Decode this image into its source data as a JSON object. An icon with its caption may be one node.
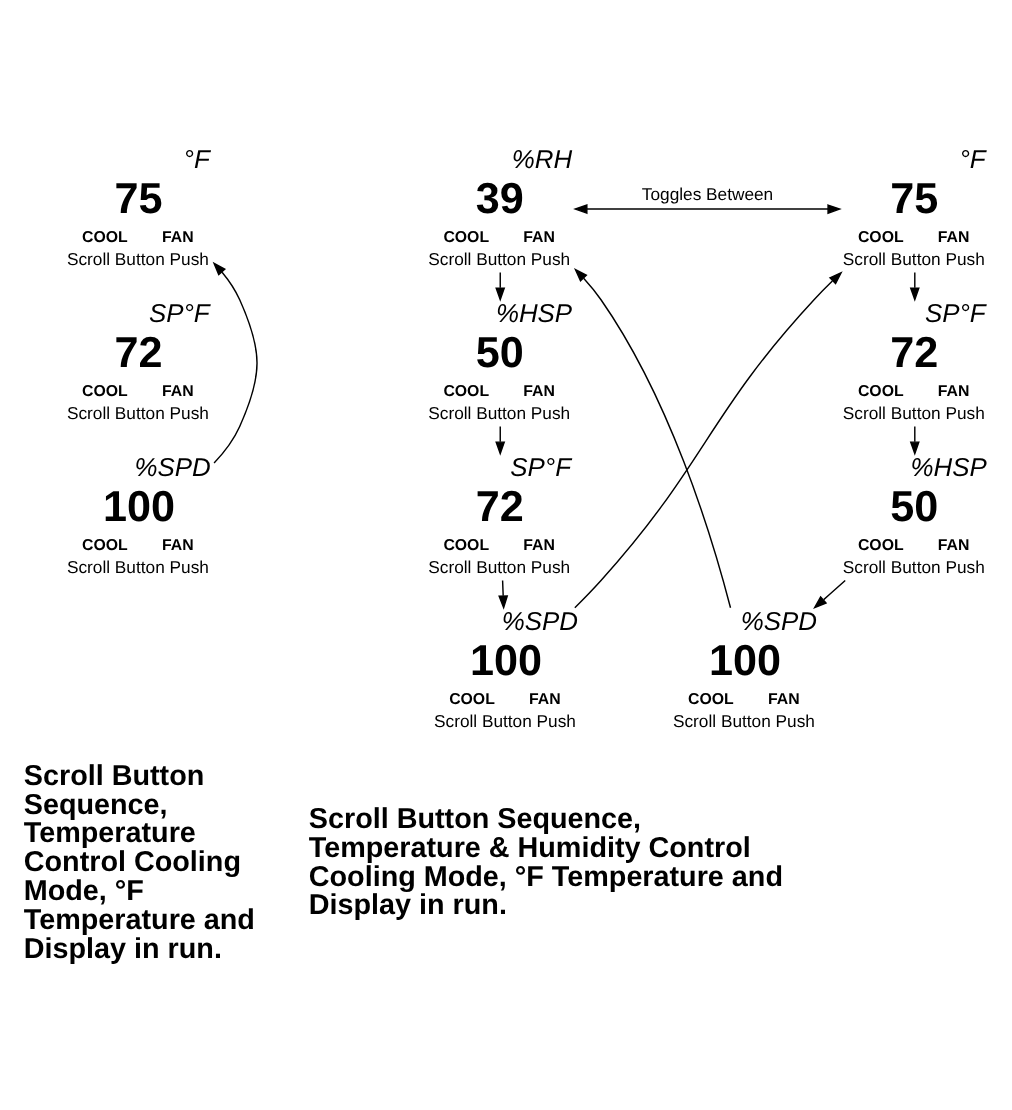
{
  "diagram": {
    "nodes": [
      {
        "text": [
          "°F",
          "75",
          "COOL",
          "FAN",
          "Scroll Button Push"
        ]
      },
      {
        "text": [
          "SP°F",
          "72",
          "COOL",
          "FAN",
          "Scroll Button Push"
        ]
      },
      {
        "text": [
          "%SPD",
          "100",
          "COOL",
          "FAN",
          "Scroll Button Push"
        ]
      },
      {
        "text": [
          "%RH",
          "39",
          "COOL",
          "FAN",
          "Scroll Button Push"
        ]
      },
      {
        "text": [
          "%HSP",
          "50",
          "COOL",
          "FAN",
          "Scroll Button Push"
        ]
      },
      {
        "text": [
          "SP°F",
          "72",
          "COOL",
          "FAN",
          "Scroll Button Push"
        ]
      },
      {
        "text": [
          "%SPD",
          "100",
          "COOL",
          "FAN",
          "Scroll Button Push"
        ]
      },
      {
        "text": [
          "°F",
          "75",
          "COOL",
          "FAN",
          "Scroll Button Push"
        ]
      },
      {
        "text": [
          "SP°F",
          "72",
          "COOL",
          "FAN",
          "Scroll Button Push"
        ]
      },
      {
        "text": [
          "%HSP",
          "50",
          "COOL",
          "FAN",
          "Scroll Button Push"
        ]
      },
      {
        "text": [
          "%SPD",
          "100",
          "COOL",
          "FAN",
          "Scroll Button Push"
        ]
      }
    ],
    "edges": [
      {
        "from": 2,
        "to": 0,
        "arrow": "to"
      },
      {
        "from": 3,
        "to": 4,
        "arrow": "to"
      },
      {
        "from": 4,
        "to": 5,
        "arrow": "to"
      },
      {
        "from": 5,
        "to": 6,
        "arrow": "to"
      },
      {
        "from": 6,
        "to": 7,
        "arrow": "to"
      },
      {
        "from": 7,
        "to": 8,
        "arrow": "to"
      },
      {
        "from": 8,
        "to": 9,
        "arrow": "to"
      },
      {
        "from": 9,
        "to": 10,
        "arrow": "to"
      },
      {
        "from": 10,
        "to": 3,
        "arrow": "to"
      },
      {
        "from": 3,
        "to": 7,
        "arrow": "both",
        "label": "Toggles Between"
      }
    ],
    "labels": [
      "Scroll Button Sequence, Temperature Control Cooling Mode, °F Temperature and Display in run.",
      "Scroll Button Sequence, Temperature & Humidity Control Cooling Mode, °F Temperature and Display in run."
    ]
  }
}
